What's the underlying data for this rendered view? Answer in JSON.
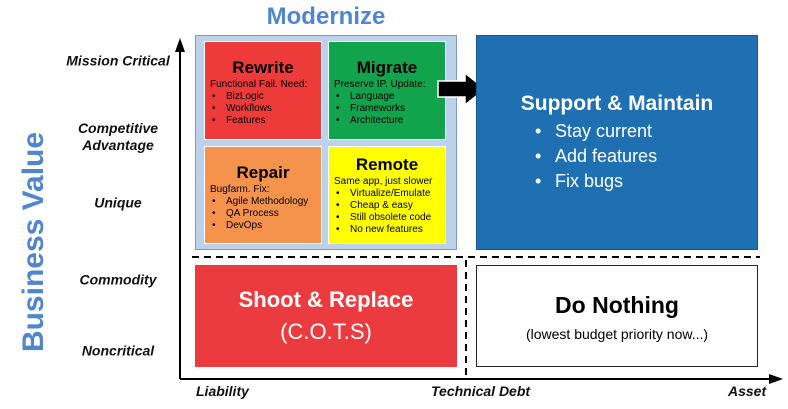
{
  "title": "Modernize",
  "y_axis": {
    "title": "Business Value",
    "labels": [
      "Mission Critical",
      "Competitive Advantage",
      "Unique",
      "Commodity",
      "Noncritical"
    ]
  },
  "x_axis": {
    "labels": [
      "Liability",
      "Technical Debt",
      "Asset"
    ]
  },
  "quadrants": {
    "rewrite": {
      "title": "Rewrite",
      "subtitle": "Functional Fail. Need:",
      "items": [
        "BizLogic",
        "Workflows",
        "Features"
      ],
      "color": "#ee3b3a"
    },
    "migrate": {
      "title": "Migrate",
      "subtitle": "Preserve IP. Update:",
      "items": [
        "Language",
        "Frameworks",
        "Architecture"
      ],
      "color": "#12a34d"
    },
    "repair": {
      "title": "Repair",
      "subtitle": "Bugfarm. Fix:",
      "items": [
        "Agile Methodology",
        "QA Process",
        "DevOps"
      ],
      "color": "#f5924b"
    },
    "remote": {
      "title": "Remote",
      "subtitle": "Same app, just slower",
      "items": [
        "Virtualize/Emulate",
        "Cheap & easy",
        "Still obsolete code",
        "No new features"
      ],
      "color": "#ffff00"
    }
  },
  "support": {
    "title": "Support & Maintain",
    "items": [
      "Stay current",
      "Add features",
      "Fix bugs"
    ],
    "color": "#1f6fb3"
  },
  "shoot": {
    "title": "Shoot & Replace",
    "subtitle": "(C.O.T.S)",
    "color": "#ec3b3e"
  },
  "donothing": {
    "title": "Do Nothing",
    "subtitle": "(lowest budget priority now...)"
  },
  "colors": {
    "accent": "#4f86cf",
    "modernize_bg": "#bcd2ea"
  }
}
